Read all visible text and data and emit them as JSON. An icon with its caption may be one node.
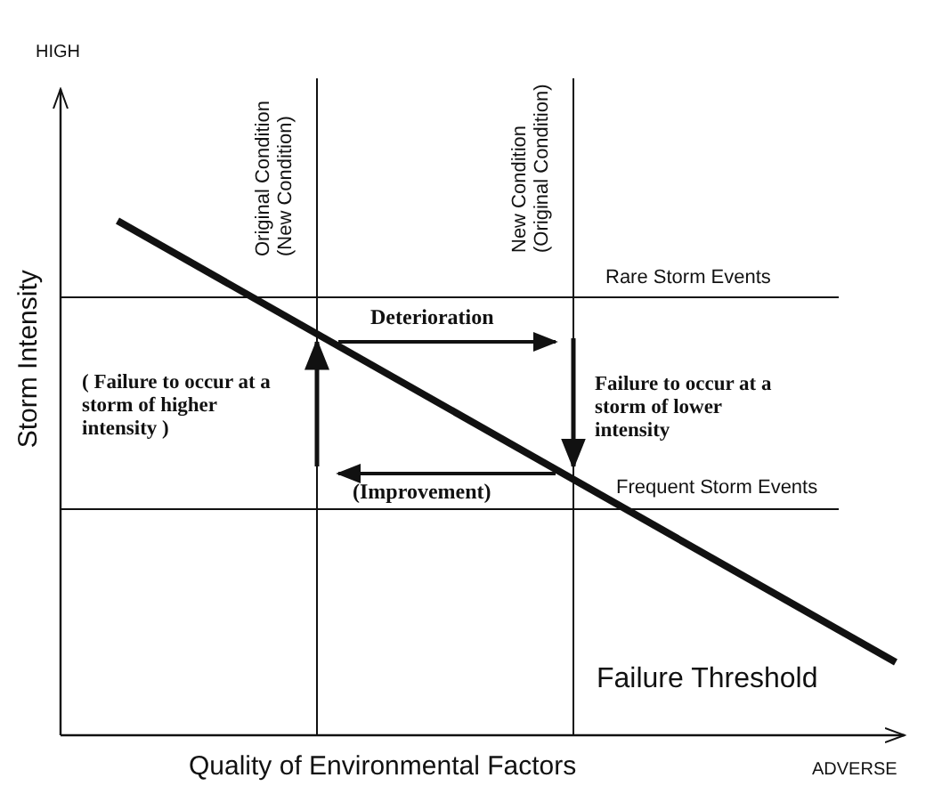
{
  "diagram": {
    "labels": [
      "HIGH",
      "Original Condition (New Condition)",
      "New Condition (Original Condition)",
      "Storm Intensity",
      "Rare Storm Events",
      "Deterioration",
      "( Failure to occur at a storm of higher intensity )",
      "Failure to occur at a storm of lower intensity",
      "(Improvement)",
      "Frequent Storm Events",
      "Failure Threshold",
      "Quality of Environmental Factors",
      "ADVERSE"
    ]
  }
}
